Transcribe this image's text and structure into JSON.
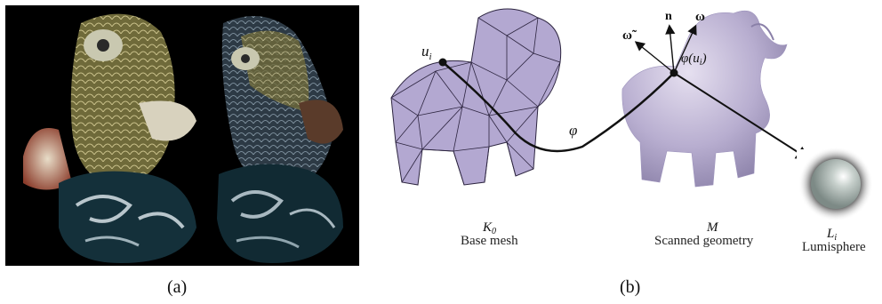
{
  "figure": {
    "subfigure_a": {
      "caption": "(a)"
    },
    "subfigure_b": {
      "caption": "(b)",
      "base_mesh": {
        "symbol": "K",
        "subscript": "0",
        "label": "Base mesh"
      },
      "scanned": {
        "symbol": "M",
        "label": "Scanned geometry"
      },
      "lumisphere": {
        "symbol": "L",
        "subscript": "i",
        "label": "Lumisphere"
      },
      "point_u": {
        "symbol": "u",
        "subscript": "i"
      },
      "map": {
        "symbol": "φ"
      },
      "mapped_point": {
        "text": "φ(u",
        "subscript": "i",
        "close": ")"
      },
      "normal": {
        "symbol": "n"
      },
      "omega": {
        "symbol": "ω"
      },
      "omega_tilde": {
        "symbol": "ω̃"
      }
    }
  }
}
